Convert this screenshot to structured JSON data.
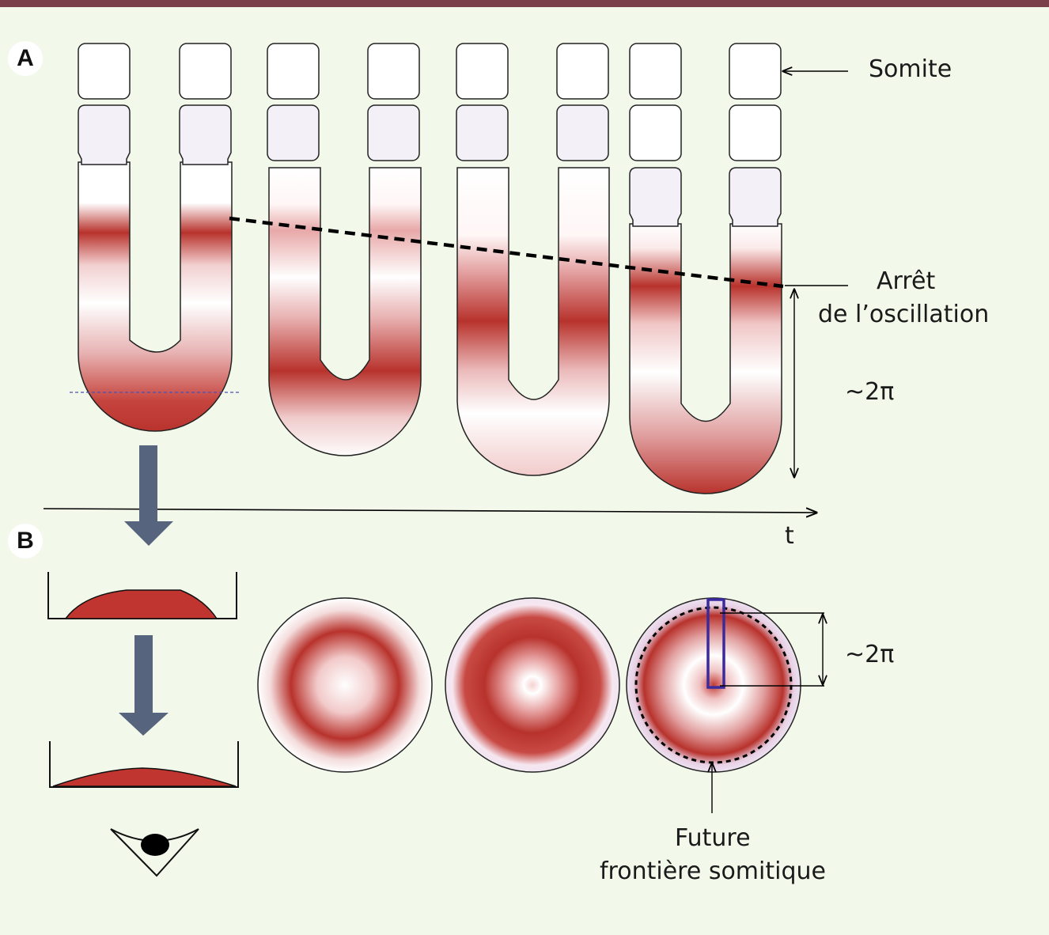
{
  "panels": {
    "a": "A",
    "b": "B"
  },
  "labels": {
    "somite": "Somite",
    "arrest_line1": "Arrêt",
    "arrest_line2": "de l’oscillation",
    "two_pi_a": "~2π",
    "time_axis": "t",
    "two_pi_b": "~2π",
    "boundary_line1": "Future",
    "boundary_line2": "frontière somitique"
  },
  "colors": {
    "background": "#f3f9ea",
    "top_border": "#7a3f48",
    "oscillation_red": "#b8322c",
    "arrow_slate": "#56647e",
    "highlight_box": "#3a2aa0"
  }
}
